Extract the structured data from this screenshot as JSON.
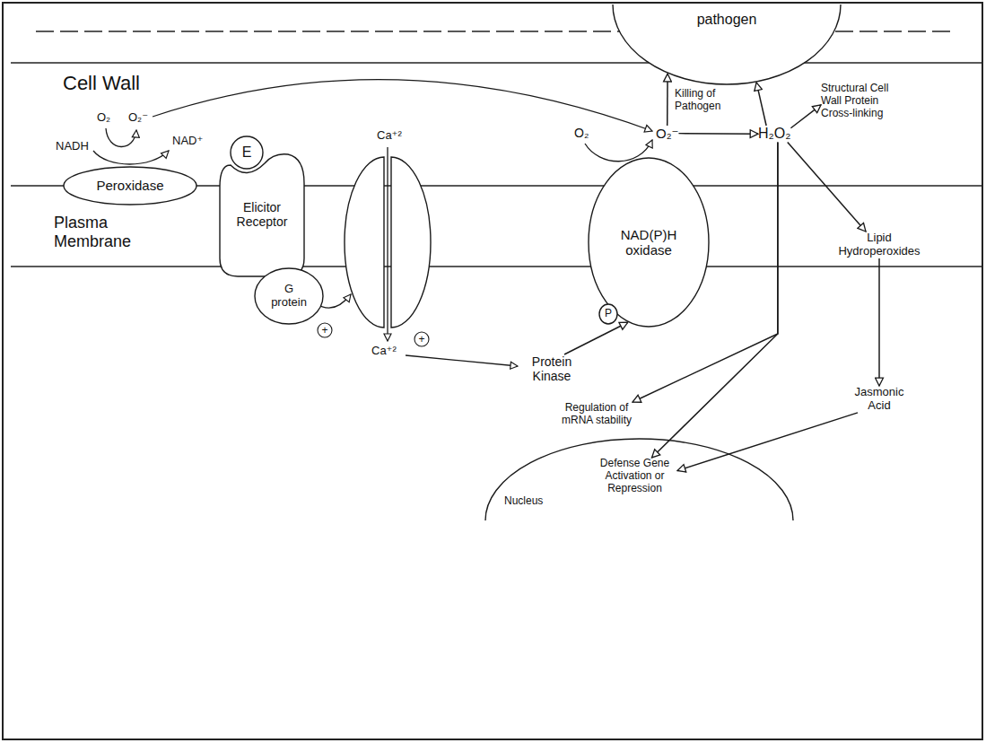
{
  "diagram": {
    "nodes": [
      {
        "text": [
          "pathogen"
        ]
      },
      {
        "text": [
          "Peroxidase"
        ]
      },
      {
        "text": [
          "E"
        ]
      },
      {
        "text": [
          "Elicitor Receptor"
        ]
      },
      {
        "text": [
          "G protein"
        ]
      },
      {
        "text": [
          "NAD(P)H oxidase"
        ]
      },
      {
        "text": [
          "P"
        ]
      },
      {
        "text": [
          "Protein Kinase"
        ]
      },
      {
        "text": [
          "O₂⁻"
        ]
      },
      {
        "text": [
          "H₂O₂"
        ]
      },
      {
        "text": [
          "Structural Cell Wall Protein Cross-linking"
        ]
      },
      {
        "text": [
          "Lipid Hydroperoxides"
        ]
      },
      {
        "text": [
          "Jasmonic Acid"
        ]
      },
      {
        "text": [
          "Regulation of mRNA stability"
        ]
      },
      {
        "text": [
          "Nucleus"
        ]
      },
      {
        "text": [
          "Defense Gene Activation or Repression"
        ],
        "in": 14
      }
    ],
    "edges": [
      {
        "from": 8,
        "to": 9,
        "arrow": "to"
      },
      {
        "from": 8,
        "to": 0,
        "arrow": "to",
        "label": "Killing of Pathogen"
      },
      {
        "from": 9,
        "to": 0,
        "arrow": "to"
      },
      {
        "from": 9,
        "to": 10,
        "arrow": "to"
      },
      {
        "from": 9,
        "to": 11,
        "arrow": "to"
      },
      {
        "from": 11,
        "to": 12,
        "arrow": "to"
      },
      {
        "from": 12,
        "to": 15,
        "arrow": "to"
      },
      {
        "from": 9,
        "to": 13,
        "arrow": "to"
      },
      {
        "from": 9,
        "to": 15,
        "arrow": "to"
      },
      {
        "from": 7,
        "to": 5,
        "arrow": "to"
      }
    ],
    "labels": [
      "Cell Wall",
      "Plasma Membrane",
      "O₂",
      "O₂⁻",
      "NADH",
      "NAD⁺",
      "Ca⁺²",
      "+",
      "Ca⁺²",
      "+",
      "O₂"
    ]
  }
}
